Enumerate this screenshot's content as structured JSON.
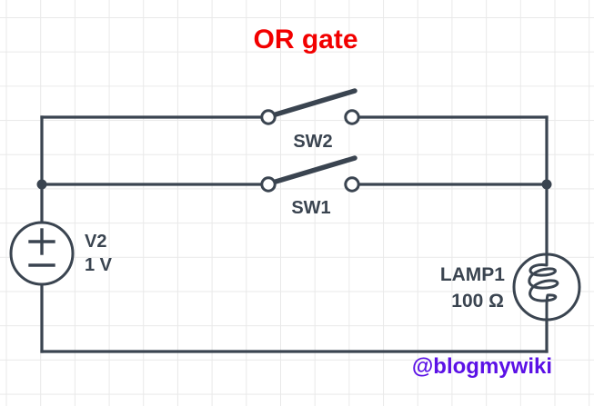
{
  "title": {
    "text": "OR gate"
  },
  "components": {
    "sw2": {
      "label": "SW2",
      "state": "open"
    },
    "sw1": {
      "label": "SW1",
      "state": "open"
    },
    "source": {
      "name": "V2",
      "value": "1 V"
    },
    "lamp": {
      "name": "LAMP1",
      "value": "100 Ω"
    }
  },
  "watermark": {
    "text": "@blogmywiki"
  },
  "colors": {
    "title": "#f20000",
    "wire": "#3a4450",
    "watermark": "#5b11e6",
    "grid": "#e9e9e9",
    "background": "#ffffff"
  }
}
